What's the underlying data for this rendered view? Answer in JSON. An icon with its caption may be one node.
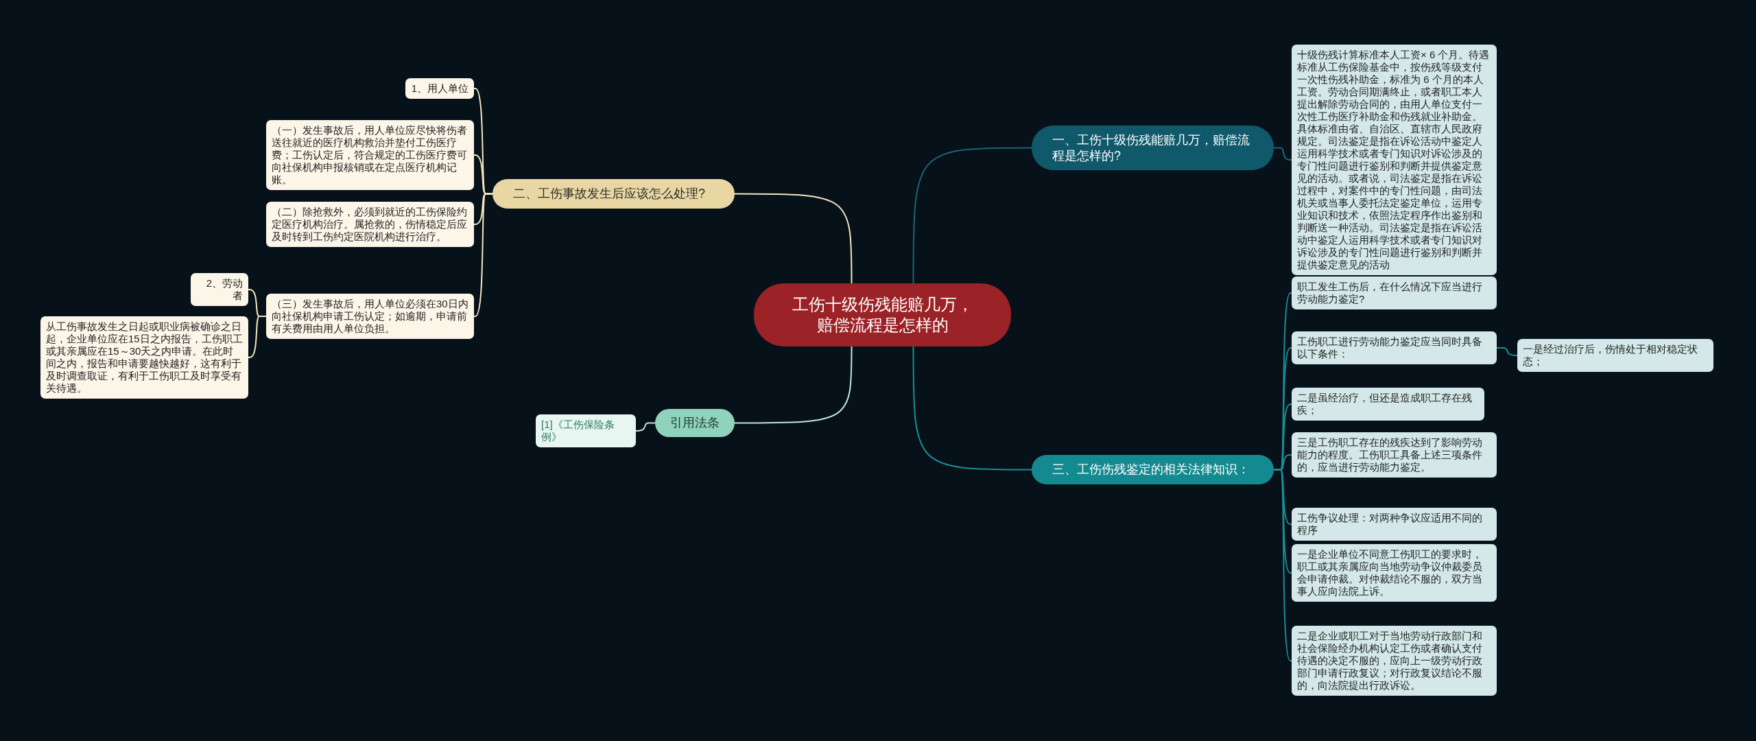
{
  "diagram": {
    "nodes": [
      {
        "text": [
          "工伤十级伤残能赔几万，赔偿流程是怎样的"
        ]
      },
      {
        "text": [
          "一、工伤十级伤残能赔几万，赔偿流程是怎样的?"
        ]
      },
      {
        "text": [
          "十级伤残计算标准本人工资× 6 个月。待遇标准从工伤保险基金中，按伤残等级支付一次性伤残补助金，标准为 6 个月的本人工资。劳动合同期满终止，或者职工本人提出解除劳动合同的，由用人单位支付一次性工伤医疗补助金和伤残就业补助金。具体标准由省、自治区、直辖市人民政府规定。司法鉴定是指在诉讼活动中鉴定人运用科学技术或者专门知识对诉讼涉及的专门性问题进行鉴别和判断并提供鉴定意见的活动。或者说，司法鉴定是指在诉讼过程中，对案件中的专门性问题，由司法机关或当事人委托法定鉴定单位，运用专业知识和技术，依照法定程序作出鉴别和判断送一种活动。司法鉴定是指在诉讼活动中鉴定人运用科学技术或者专门知识对诉讼涉及的专门性问题进行鉴别和判断并提供鉴定意见的活动"
        ]
      },
      {
        "text": [
          "三、工伤伤残鉴定的相关法律知识："
        ]
      },
      {
        "text": [
          "职工发生工伤后，在什么情况下应当进行劳动能力鉴定?"
        ]
      },
      {
        "text": [
          "工伤职工进行劳动能力鉴定应当同时具备以下条件："
        ]
      },
      {
        "text": [
          "一是经过治疗后，伤情处于相对稳定状态；"
        ]
      },
      {
        "text": [
          "二是虽经治疗，但还是造成职工存在残疾；"
        ]
      },
      {
        "text": [
          "三是工伤职工存在的残疾达到了影响劳动能力的程度。工伤职工具备上述三项条件的，应当进行劳动能力鉴定。"
        ]
      },
      {
        "text": [
          "工伤争议处理：对两种争议应适用不同的程序"
        ]
      },
      {
        "text": [
          "一是企业单位不同意工伤职工的要求时，职工或其亲属应向当地劳动争议仲裁委员会申请仲裁。对仲裁结论不服的，双方当事人应向法院上诉。"
        ]
      },
      {
        "text": [
          "二是企业或职工对于当地劳动行政部门和社会保险经办机构认定工伤或者确认支付待遇的决定不服的，应向上一级劳动行政部门申请行政复议；对行政复议结论不服的，向法院提出行政诉讼。"
        ]
      },
      {
        "text": [
          "二、工伤事故发生后应该怎么处理?"
        ]
      },
      {
        "text": [
          "1、用人单位"
        ]
      },
      {
        "text": [
          "（一）发生事故后，用人单位应尽快将伤者送往就近的医疗机构救治并垫付工伤医疗费；工伤认定后，符合规定的工伤医疗费可向社保机构申报核销或在定点医疗机构记账。"
        ]
      },
      {
        "text": [
          "（二）除抢救外，必须到就近的工伤保险约定医疗机构治疗。属抢救的，伤情稳定后应及时转到工伤约定医院机构进行治疗。"
        ]
      },
      {
        "text": [
          "（三）发生事故后，用人单位必须在30日内向社保机构申请工伤认定；如逾期，申请前有关费用由用人单位负担。"
        ]
      },
      {
        "text": [
          "2、劳动者"
        ]
      },
      {
        "text": [
          "从工伤事故发生之日起或职业病被确诊之日起，企业单位应在15日之内报告，工伤职工或其亲属应在15～30天之内申请。在此时间之内，报告和申请要越快越好，这有利于及时调查取证，有利于工伤职工及时享受有关待遇。"
        ]
      },
      {
        "text": [
          "引用法条"
        ]
      },
      {
        "text": [
          "[1]《工伤保险条例》"
        ]
      }
    ],
    "edges": [
      {
        "from": 0,
        "to": 1,
        "arrow": "none",
        "color": "#1d6476"
      },
      {
        "from": 1,
        "to": 2,
        "arrow": "none",
        "color": "#1d6476"
      },
      {
        "from": 0,
        "to": 3,
        "arrow": "none",
        "color": "#1a8f95"
      },
      {
        "from": 3,
        "to": 4,
        "arrow": "none",
        "color": "#1a8f95"
      },
      {
        "from": 3,
        "to": 5,
        "arrow": "none",
        "color": "#1a8f95"
      },
      {
        "from": 5,
        "to": 6,
        "arrow": "none",
        "color": "#1a8f95"
      },
      {
        "from": 3,
        "to": 7,
        "arrow": "none",
        "color": "#1a8f95"
      },
      {
        "from": 3,
        "to": 8,
        "arrow": "none",
        "color": "#1a8f95"
      },
      {
        "from": 3,
        "to": 9,
        "arrow": "none",
        "color": "#1a8f95"
      },
      {
        "from": 3,
        "to": 10,
        "arrow": "none",
        "color": "#1a8f95"
      },
      {
        "from": 3,
        "to": 11,
        "arrow": "none",
        "color": "#1a8f95"
      },
      {
        "from": 0,
        "to": 12,
        "arrow": "none",
        "color": "#f3e6bd"
      },
      {
        "from": 12,
        "to": 13,
        "arrow": "none",
        "color": "#f3e6bd"
      },
      {
        "from": 12,
        "to": 14,
        "arrow": "none",
        "color": "#f3e6bd"
      },
      {
        "from": 12,
        "to": 15,
        "arrow": "none",
        "color": "#f3e6bd"
      },
      {
        "from": 12,
        "to": 16,
        "arrow": "none",
        "color": "#f3e6bd"
      },
      {
        "from": 16,
        "to": 17,
        "arrow": "none",
        "color": "#f3e6bd"
      },
      {
        "from": 16,
        "to": 18,
        "arrow": "none",
        "color": "#f3e6bd"
      },
      {
        "from": 0,
        "to": 19,
        "arrow": "none",
        "color": "#bfe8da"
      },
      {
        "from": 19,
        "to": 20,
        "arrow": "none",
        "color": "#bfe8da"
      }
    ]
  }
}
